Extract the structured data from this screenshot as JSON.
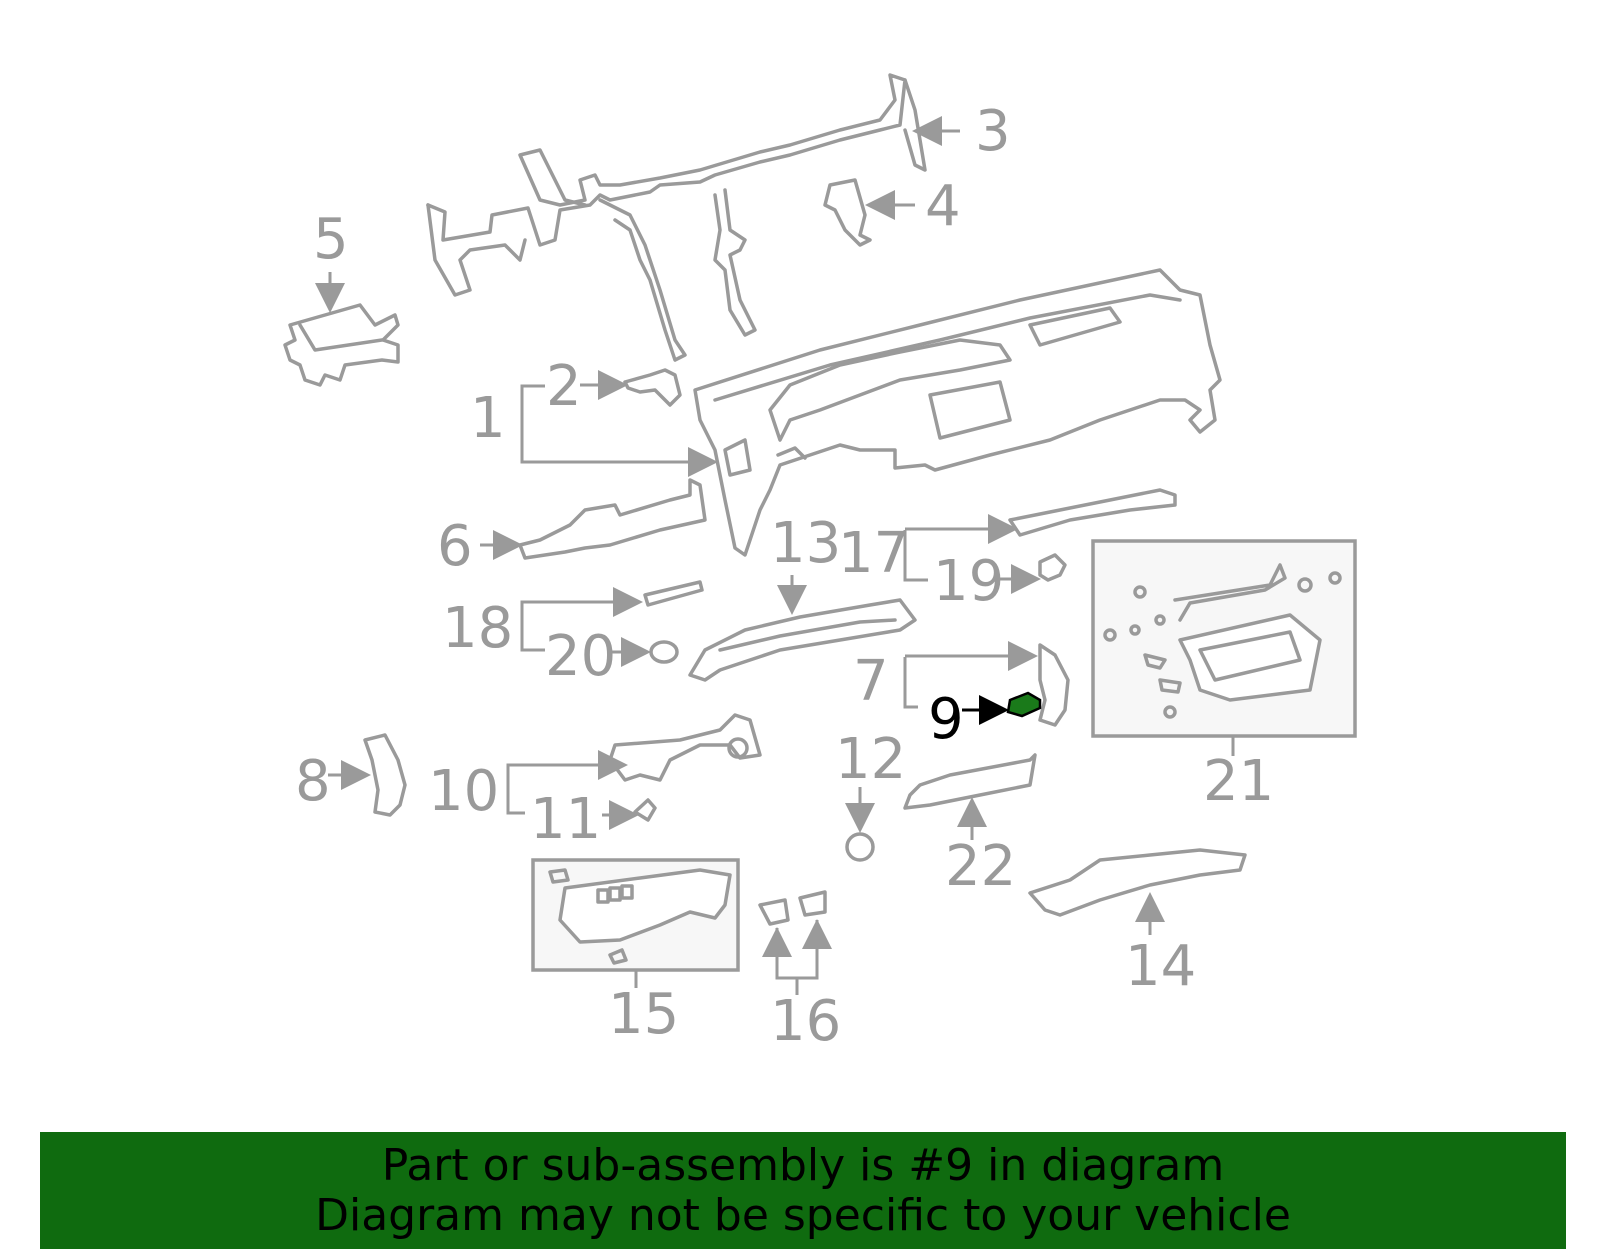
{
  "callouts": {
    "c1": "1",
    "c2": "2",
    "c3": "3",
    "c4": "4",
    "c5": "5",
    "c6": "6",
    "c7": "7",
    "c8": "8",
    "c9": "9",
    "c10": "10",
    "c11": "11",
    "c12": "12",
    "c13": "13",
    "c14": "14",
    "c15": "15",
    "c16": "16",
    "c17": "17",
    "c18": "18",
    "c19": "19",
    "c20": "20",
    "c21": "21",
    "c22": "22"
  },
  "highlighted_callout": "9",
  "colors": {
    "part_stroke": "#9a9a9a",
    "highlight": "#1a7a1a",
    "banner": "#0f6b0f"
  },
  "banner": {
    "line1": "Part or sub-assembly is #9 in diagram",
    "line2": "Diagram may not be specific to your vehicle"
  }
}
